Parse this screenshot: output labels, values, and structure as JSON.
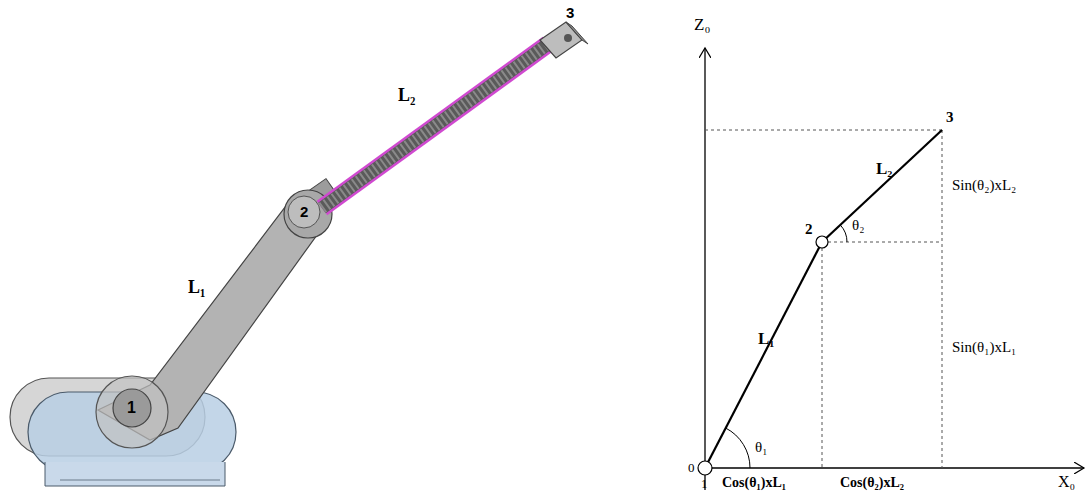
{
  "diagram": {
    "labels": [
      "3",
      "L₂",
      "2",
      "L₁",
      "1",
      "Z₀",
      "3",
      "L₂",
      "Sin(θ₂)xL₂",
      "2",
      "θ₂",
      "L₁",
      "Sin(θ₁)xL₁",
      "0",
      "1",
      "θ₁",
      "Cos(θ₁)xL₁",
      "Cos(θ₂)xL₂",
      "X₀"
    ]
  }
}
